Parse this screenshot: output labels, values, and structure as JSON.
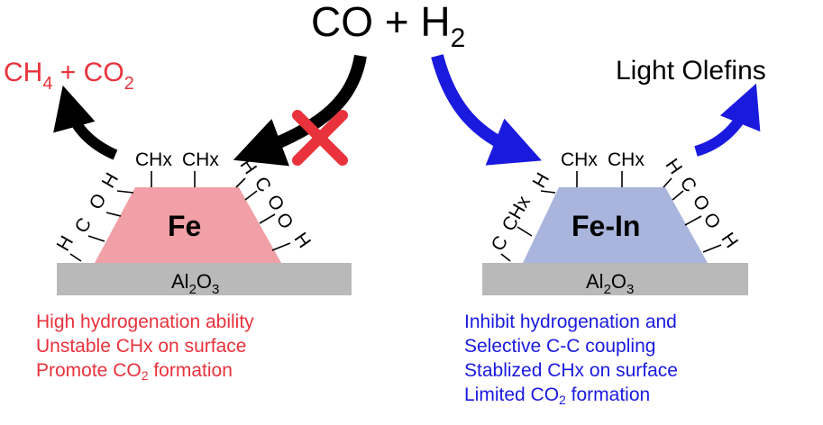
{
  "title": {
    "main": "CO + H",
    "sub": "2"
  },
  "left_product": {
    "a": "CH",
    "a_sub": "4",
    "b": " + CO",
    "b_sub": "2"
  },
  "right_product": "Light Olefins",
  "left_catalyst": {
    "label": "Fe",
    "support": "Al",
    "support_sub1": "2",
    "support_o": "O",
    "support_sub2": "3"
  },
  "right_catalyst": {
    "label": "Fe-In",
    "support": "Al",
    "support_sub1": "2",
    "support_o": "O",
    "support_sub2": "3"
  },
  "adsorbates": {
    "chx": "CHx",
    "h": "H",
    "c": "C",
    "o": "O"
  },
  "left_desc": {
    "line1": "High hydrogenation ability",
    "line2": "Unstable CHx on surface",
    "line3a": "Promote CO",
    "line3sub": "2",
    "line3b": " formation"
  },
  "right_desc": {
    "line1": "Inhibit hydrogenation and",
    "line2": "Selective C-C coupling",
    "line3": "Stablized CHx on surface",
    "line4a": "Limited CO",
    "line4sub": "2",
    "line4b": " formation"
  },
  "colors": {
    "red_text": "#e8323c",
    "blue_text": "#1a1adf",
    "fe_fill": "#f0a0a6",
    "fein_fill": "#a9b5dc",
    "support_fill": "#b9b9b9",
    "blocked_cross": "#e8323c"
  }
}
